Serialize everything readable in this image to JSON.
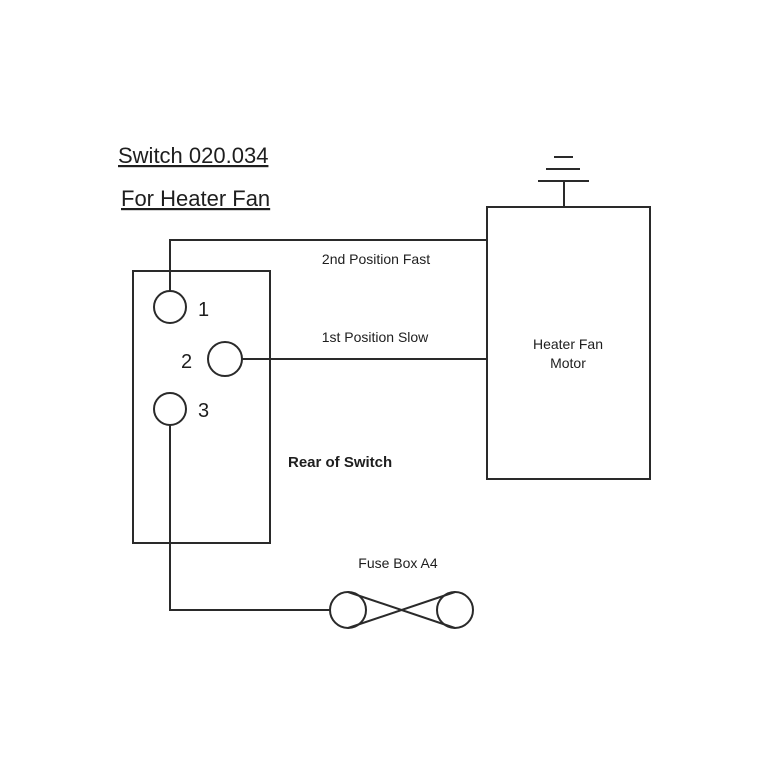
{
  "diagram": {
    "title_line1": "Switch 020.034",
    "title_line2": "For Heater Fan",
    "switch": {
      "label": "Rear of Switch",
      "terminals": [
        {
          "id": "1",
          "label": "1"
        },
        {
          "id": "2",
          "label": "2"
        },
        {
          "id": "3",
          "label": "3"
        }
      ]
    },
    "motor": {
      "label_line1": "Heater Fan",
      "label_line2": "Motor",
      "ground_icon": "ground-symbol"
    },
    "wires": [
      {
        "from": "terminal-1",
        "to": "motor",
        "label": "2nd Position Fast"
      },
      {
        "from": "terminal-2",
        "to": "motor",
        "label": "1st Position Slow"
      },
      {
        "from": "terminal-3",
        "to": "fuse",
        "label": ""
      }
    ],
    "fuse": {
      "label": "Fuse Box A4",
      "icon": "fuse-symbol"
    },
    "colors": {
      "line": "#2a2a2a",
      "text": "#1e1e1e",
      "background": "#ffffff"
    }
  }
}
